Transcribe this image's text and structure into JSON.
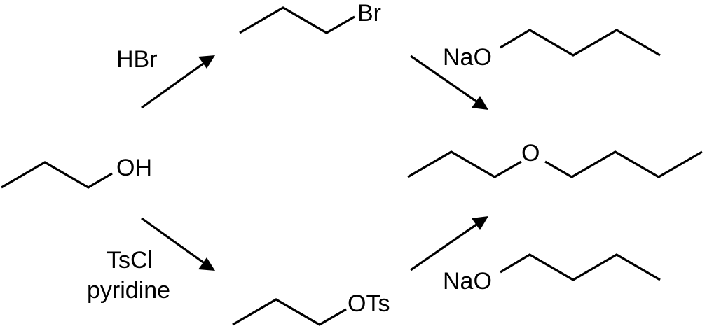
{
  "scheme": {
    "molecules": {
      "propanol": {
        "group": "OH"
      },
      "propyl_bromide": {
        "group": "Br"
      },
      "propyl_tosylate": {
        "group": "OTs"
      },
      "sodium_butoxide_top": {
        "group": "NaO"
      },
      "sodium_butoxide_bottom": {
        "group": "NaO"
      },
      "butyl_propyl_ether": {
        "group": "O"
      }
    },
    "reagents": {
      "bromination": "HBr",
      "tosylation_line1": "TsCl",
      "tosylation_line2": "pyridine"
    },
    "colors": {
      "ink": "#000000",
      "background": "#ffffff"
    }
  }
}
